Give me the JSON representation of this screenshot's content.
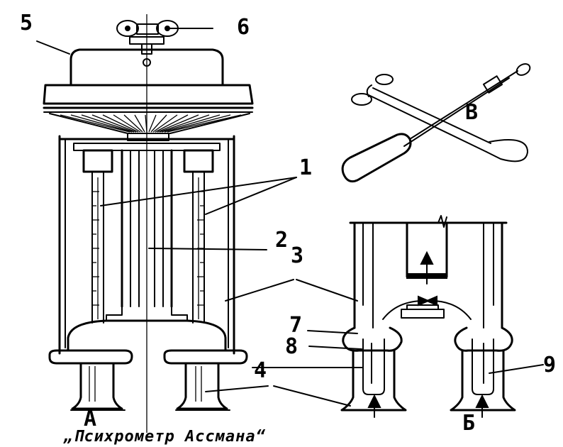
{
  "labels": {
    "n1": "1",
    "n2": "2",
    "n3": "3",
    "n4": "4",
    "n5": "5",
    "n6": "6",
    "n7": "7",
    "n8": "8",
    "n9": "9",
    "a": "А",
    "b_left": "Б",
    "b_right": "В"
  },
  "caption": "„Психрометр Ассмана“"
}
